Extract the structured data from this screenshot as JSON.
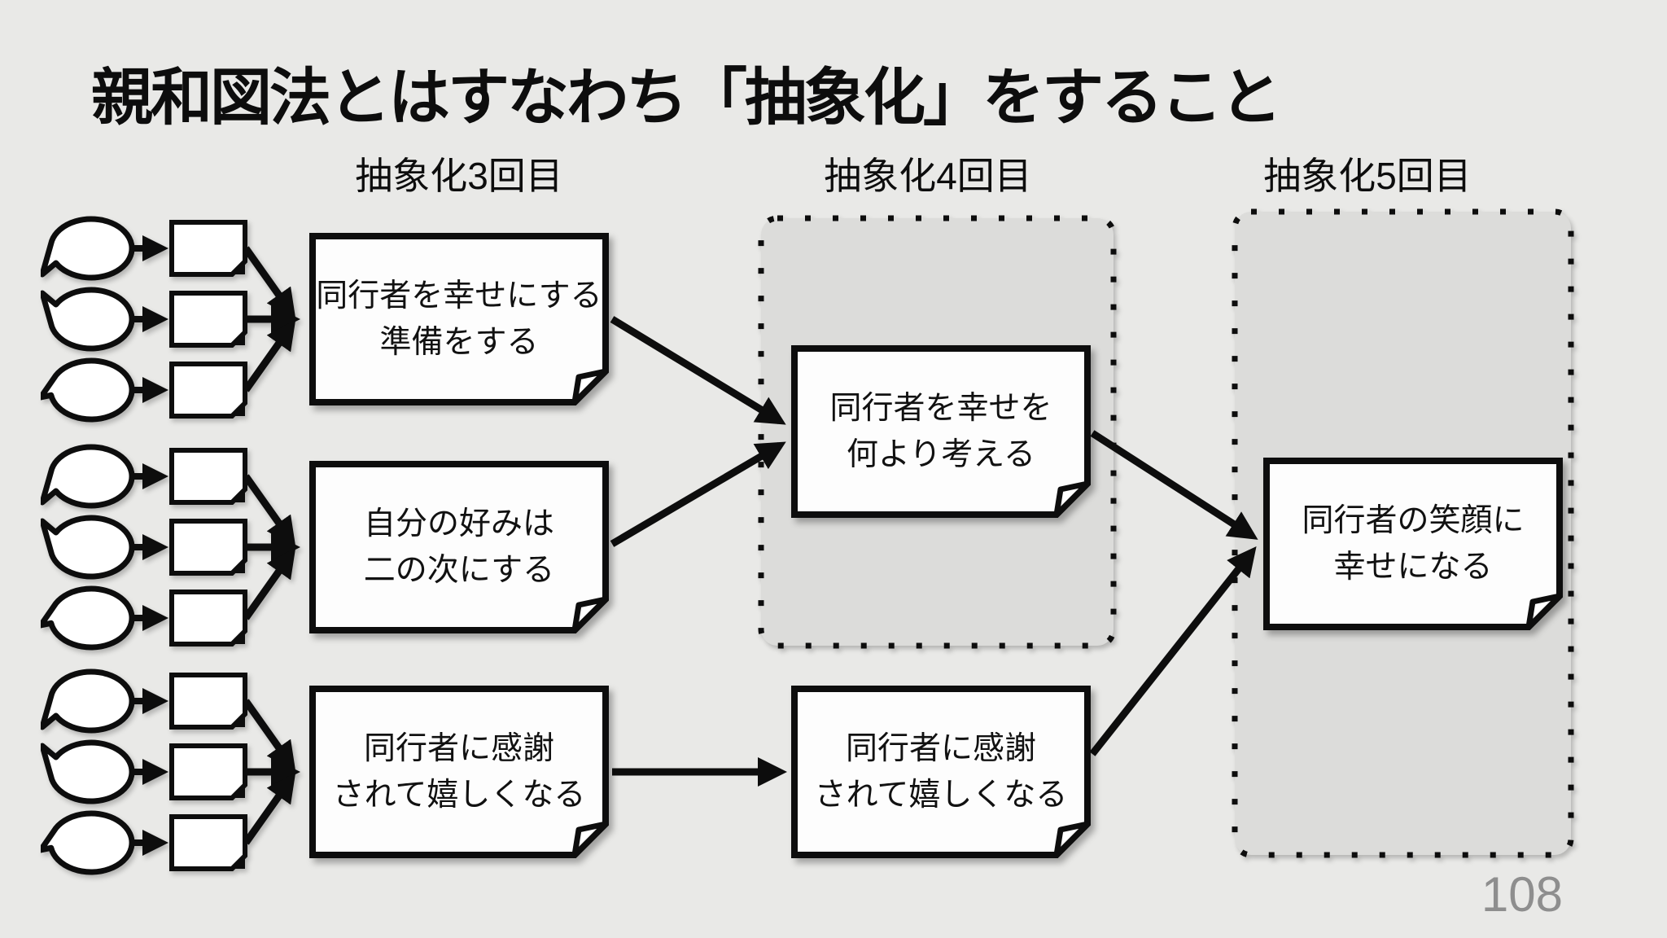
{
  "slide": {
    "title": "親和図法とはすなわち「抽象化」をすること",
    "page_number": "108"
  },
  "columns": [
    {
      "label": "抽象化3回目"
    },
    {
      "label": "抽象化4回目"
    },
    {
      "label": "抽象化5回目"
    }
  ],
  "cards": {
    "round3": [
      {
        "lines": [
          "同行者を幸せにする",
          "準備をする"
        ]
      },
      {
        "lines": [
          "自分の好みは",
          "二の次にする"
        ]
      },
      {
        "lines": [
          "同行者に感謝",
          "されて嬉しくなる"
        ]
      }
    ],
    "round4": [
      {
        "lines": [
          "同行者を幸せを",
          "何より考える"
        ]
      },
      {
        "lines": [
          "同行者に感謝",
          "されて嬉しくなる"
        ]
      }
    ],
    "round5": [
      {
        "lines": [
          "同行者の笑顔に",
          "幸せになる"
        ]
      }
    ]
  },
  "colors": {
    "background": "#e9e9e7",
    "region_fill": "#dcdcda",
    "ink": "#0d0d0d",
    "card_fill": "#fdfdfd",
    "page_number": "#8e8e8e"
  }
}
